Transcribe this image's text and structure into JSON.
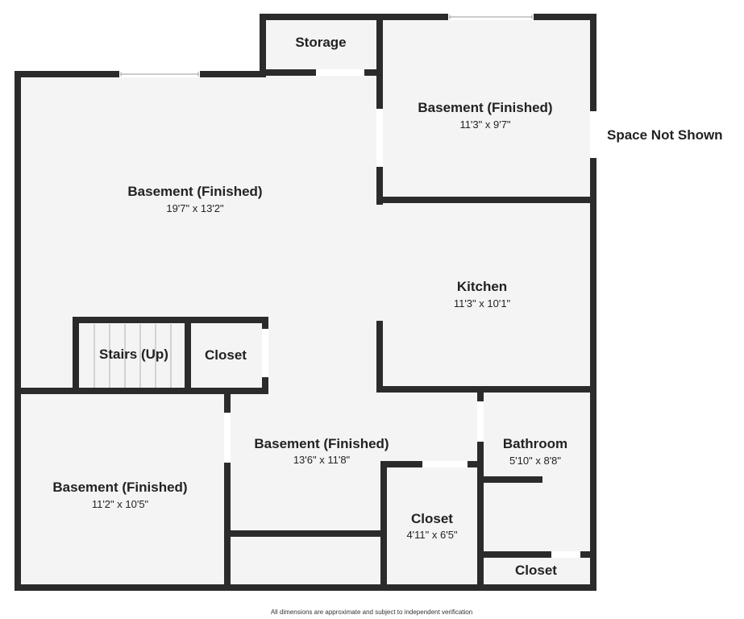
{
  "floorplan": {
    "colors": {
      "wall": "#2b2b2b",
      "floor": "#f4f4f4",
      "opening": "#ffffff",
      "window_line": "#9a9a9a"
    },
    "rooms": [
      {
        "key": "storage",
        "name": "Storage",
        "dims": ""
      },
      {
        "key": "basement_ne",
        "name": "Basement (Finished)",
        "dims": "11'3\" x 9'7\""
      },
      {
        "key": "basement_main",
        "name": "Basement (Finished)",
        "dims": "19'7\" x 13'2\""
      },
      {
        "key": "kitchen",
        "name": "Kitchen",
        "dims": "11'3\" x 10'1\""
      },
      {
        "key": "stairs",
        "name": "Stairs (Up)",
        "dims": ""
      },
      {
        "key": "closet_stairs",
        "name": "Closet",
        "dims": ""
      },
      {
        "key": "basement_center",
        "name": "Basement (Finished)",
        "dims": "13'6\" x 11'8\""
      },
      {
        "key": "bathroom",
        "name": "Bathroom",
        "dims": "5'10\" x 8'8\""
      },
      {
        "key": "basement_sw",
        "name": "Basement (Finished)",
        "dims": "11'2\" x 10'5\""
      },
      {
        "key": "closet_center",
        "name": "Closet",
        "dims": "4'11\" x 6'5\""
      },
      {
        "key": "closet_bath",
        "name": "Closet",
        "dims": ""
      }
    ],
    "space_not_shown": "Space Not Shown",
    "disclaimer": "All dimensions are approximate and subject to independent verification"
  }
}
